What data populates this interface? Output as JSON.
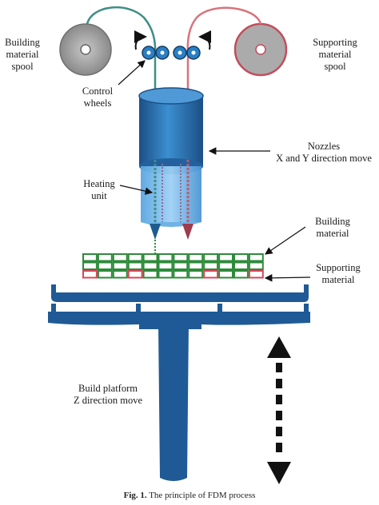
{
  "labels": {
    "building_spool": [
      "Building",
      "material",
      "spool"
    ],
    "supporting_spool": [
      "Supporting",
      "material",
      "spool"
    ],
    "control_wheels": [
      "Control",
      "wheels"
    ],
    "nozzles": [
      "Nozzles",
      "X and Y  direction move"
    ],
    "heating_unit": [
      "Heating",
      "unit"
    ],
    "building_material": [
      "Building",
      "material"
    ],
    "supporting_material": [
      "Supporting",
      "material"
    ],
    "build_platform": [
      "Build platform",
      "Z direction move"
    ]
  },
  "caption": {
    "prefix": "Fig. 1.",
    "text": "The principle of FDM process"
  },
  "colors": {
    "build": "#2e8b3a",
    "support": "#d8455a",
    "filament_green": "#3d8f86",
    "filament_red": "#d7737c",
    "nozzle_blue": "#2a7fc4",
    "platform_blue": "#1f5a96",
    "spool_grey": "#9a9a9a"
  },
  "icons": [
    "spool-icon",
    "control-wheel-icon",
    "arrow-icon",
    "double-arrow-icon"
  ]
}
